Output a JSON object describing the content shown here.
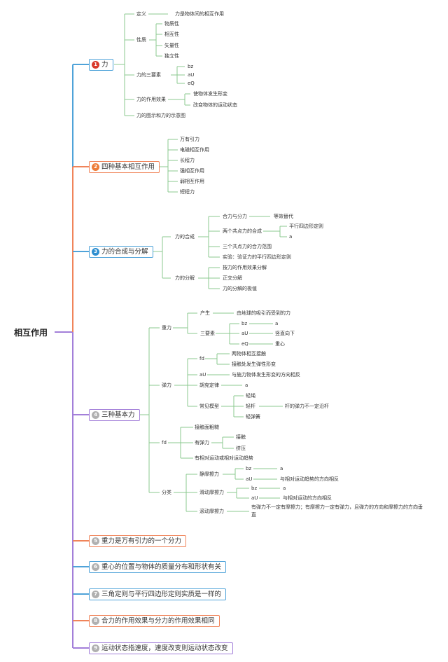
{
  "root": "相互作用",
  "colors": {
    "blue": "#4fa3d9",
    "orange": "#f0845a",
    "purple": "#a37fd9",
    "green": "#8bc98f",
    "red_num": "#d93a2b",
    "orange_num": "#ee7d3a",
    "blue_num": "#2f8fd0",
    "gray_num": "#b0b0b0"
  },
  "topics": [
    {
      "num": "1",
      "label": "力"
    },
    {
      "num": "2",
      "label": "四种基本相互作用"
    },
    {
      "num": "3",
      "label": "力的合成与分解"
    },
    {
      "num": "4",
      "label": "三种基本力"
    },
    {
      "num": "5",
      "label": "重力是万有引力的一个分力"
    },
    {
      "num": "6",
      "label": "重心的位置与物体的质量分布和形状有关"
    },
    {
      "num": "7",
      "label": "三角定则与平行四边形定则实质是一样的"
    },
    {
      "num": "8",
      "label": "合力的作用效果与分力的作用效果相同"
    },
    {
      "num": "9",
      "label": "运动状态指速度，速度改变则运动状态改变"
    }
  ],
  "t1": {
    "def": "定义",
    "def_val": "力是物体间的相互作用",
    "prop": "性质",
    "props": [
      "物质性",
      "相互性",
      "矢量性",
      "独立性"
    ],
    "three": "力的三要素",
    "three_items": [
      "bz",
      "aU",
      "eQ"
    ],
    "effect": "力的作用效果",
    "effects": [
      "使物体发生形变",
      "改变物体的运动状态"
    ],
    "diagram": "力的图示和力的示意图"
  },
  "t2": {
    "items": [
      "万有引力",
      "电磁相互作用",
      "长程力",
      "强相互作用",
      "弱相互作用",
      "短程力"
    ]
  },
  "t3": {
    "combine": "力的合成",
    "c1": "合力与分力",
    "c1_val": "等效替代",
    "c2": "两个共点力的合成",
    "c2_a": "平行四边形定则",
    "c2_b": "a",
    "c3": "三个共点力的合力范围",
    "c4": "实验：验证力的平行四边形定则",
    "decomp": "力的分解",
    "d1": "按力的作用效果分解",
    "d2": "正交分解",
    "d3": "力的分解的极值"
  },
  "t4": {
    "gravity": "重力",
    "g1": "产生",
    "g1_val": "由地球的吸引而受到的力",
    "g2": "三要素",
    "g2_items": [
      {
        "k": "bz",
        "v": "a"
      },
      {
        "k": "aU",
        "v": "竖直向下"
      },
      {
        "k": "eQ",
        "v": "重心"
      }
    ],
    "elastic": "弹力",
    "e1": "fd",
    "e1_items": [
      "两物体相互接触",
      "接触处发生弹性形变"
    ],
    "e2": "aU",
    "e2_val": "与施力物体发生形变的方向相反",
    "e3": "胡克定律",
    "e3_val": "a",
    "e4": "常见模型",
    "e4_items": [
      "轻绳",
      "轻杆",
      "轻弹簧"
    ],
    "e4_rod_val": "杆的弹力不一定沿杆",
    "friction_fd": "fd",
    "f1": "接触面粗糙",
    "f2": "有弹力",
    "f2_items": [
      "接触",
      "挤压"
    ],
    "f3": "有相对运动或相对运动趋势",
    "cls": "分类",
    "s1": "静摩擦力",
    "s1_items": [
      {
        "k": "bz",
        "v": "a"
      },
      {
        "k": "aU",
        "v": "与相对运动趋势的方向相反"
      }
    ],
    "s2": "滑动摩擦力",
    "s2_items": [
      {
        "k": "bz",
        "v": "a"
      },
      {
        "k": "aU",
        "v": "与相对运动的方向相反"
      }
    ],
    "s3": "滚动摩擦力",
    "s3_val_1": "有弹力不一定有摩擦力；有摩擦力一定有弹力，且弹力的方向和摩擦力的方向垂",
    "s3_val_2": "直"
  }
}
